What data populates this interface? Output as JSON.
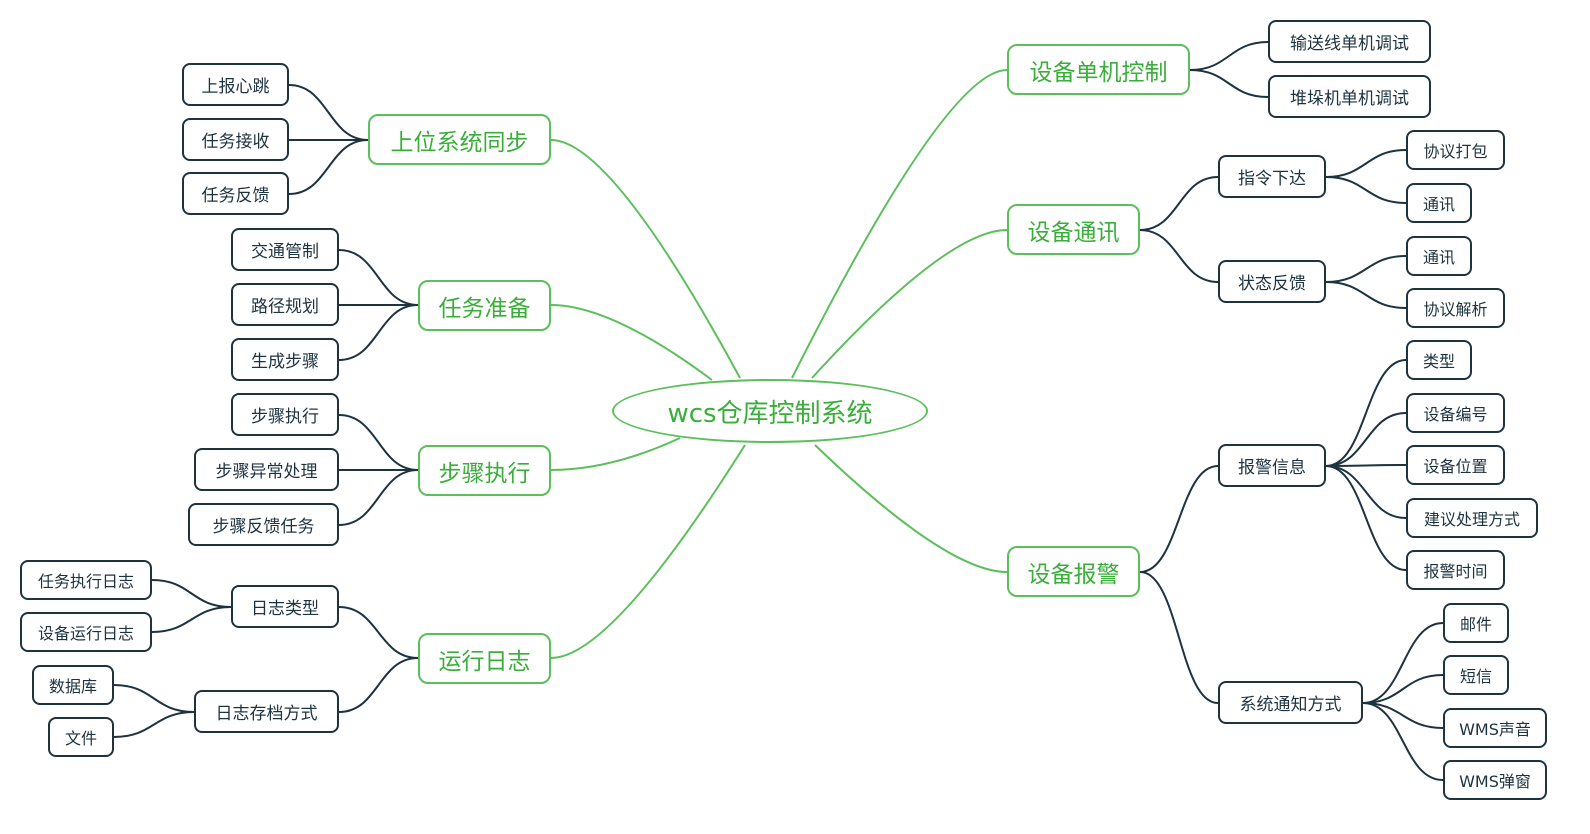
{
  "root": "wcs仓库控制系统",
  "left": [
    {
      "label": "上位系统同步",
      "children": [
        "上报心跳",
        "任务接收",
        "任务反馈"
      ]
    },
    {
      "label": "任务准备",
      "children": [
        "交通管制",
        "路径规划",
        "生成步骤"
      ]
    },
    {
      "label": "步骤执行",
      "children": [
        "步骤执行",
        "步骤异常处理",
        "步骤反馈任务"
      ]
    },
    {
      "label": "运行日志",
      "children": [
        {
          "label": "日志类型",
          "children": [
            "任务执行日志",
            "设备运行日志"
          ]
        },
        {
          "label": "日志存档方式",
          "children": [
            "数据库",
            "文件"
          ]
        }
      ]
    }
  ],
  "right": [
    {
      "label": "设备单机控制",
      "children": [
        "输送线单机调试",
        "堆垛机单机调试"
      ]
    },
    {
      "label": "设备通讯",
      "children": [
        {
          "label": "指令下达",
          "children": [
            "协议打包",
            "通讯"
          ]
        },
        {
          "label": "状态反馈",
          "children": [
            "通讯",
            "协议解析"
          ]
        }
      ]
    },
    {
      "label": "设备报警",
      "children": [
        {
          "label": "报警信息",
          "children": [
            "类型",
            "设备编号",
            "设备位置",
            "建议处理方式",
            "报警时间"
          ]
        },
        {
          "label": "系统通知方式",
          "children": [
            "邮件",
            "短信",
            "WMS声音",
            "WMS弹窗"
          ]
        }
      ]
    }
  ],
  "colors": {
    "green_line": "#5bbf5b",
    "green_text": "#3aae3a",
    "dark": "#1d3340"
  }
}
